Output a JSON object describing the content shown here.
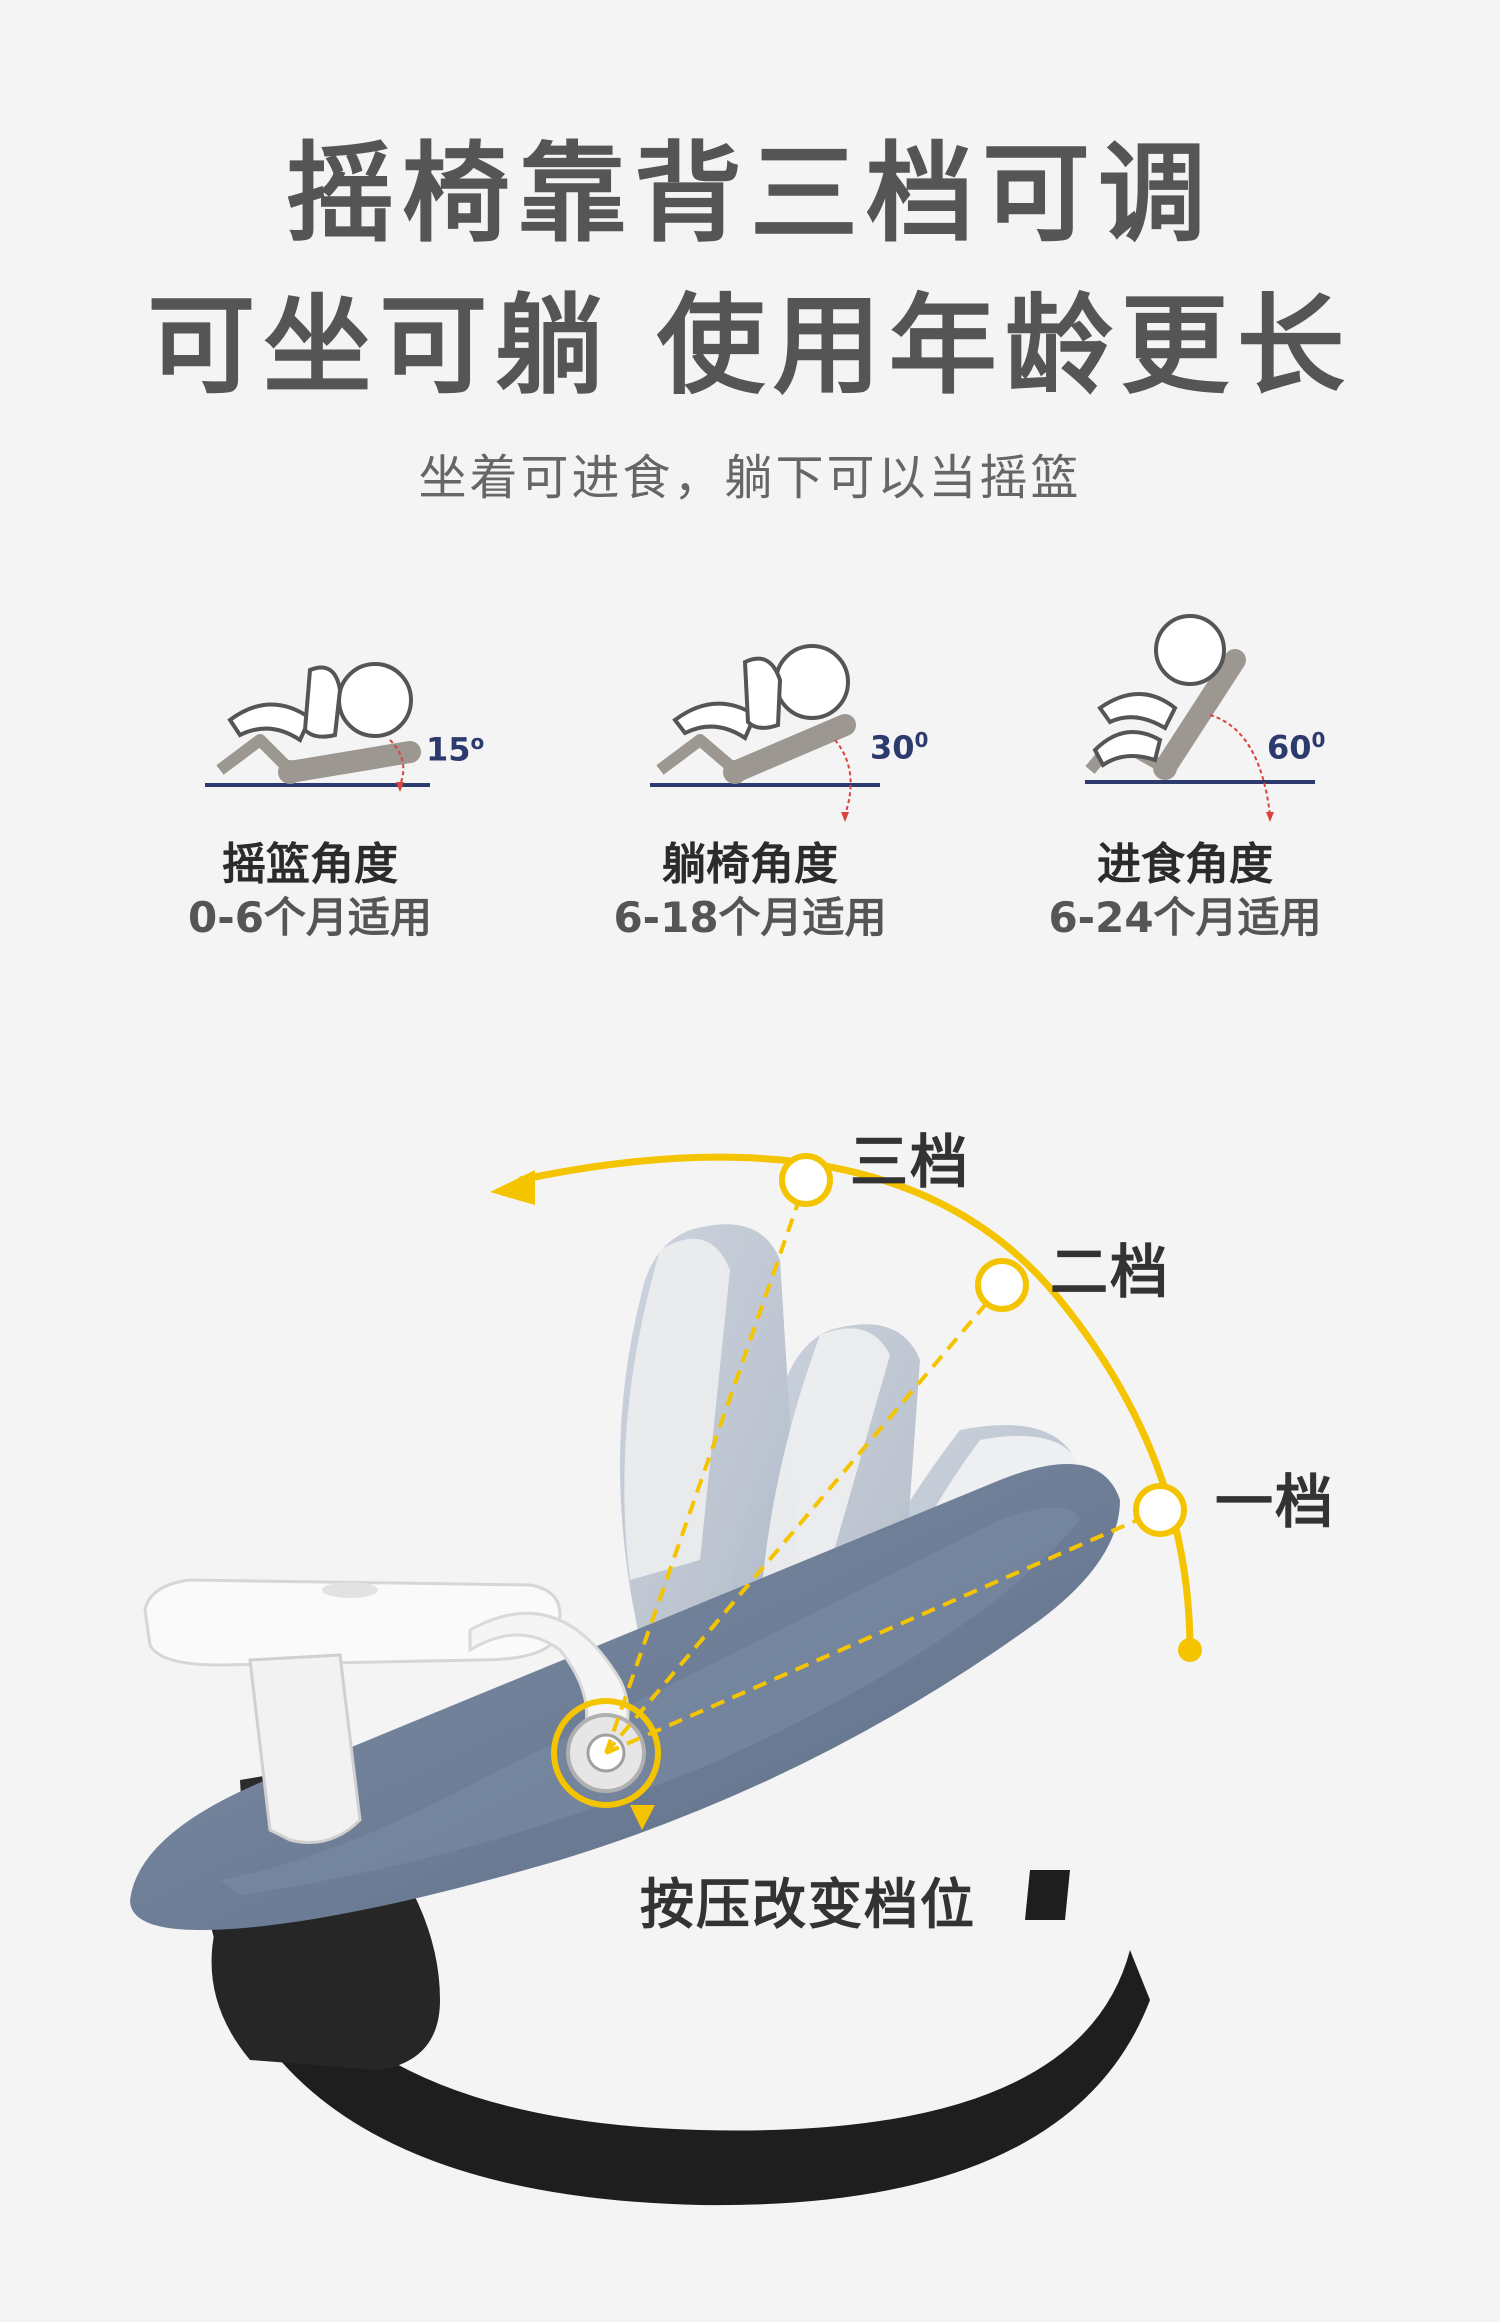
{
  "header": {
    "title_line1": "摇椅靠背三档可调",
    "title_line2": "可坐可躺 使用年龄更长",
    "subtitle": "坐着可进食，躺下可以当摇篮"
  },
  "angles": [
    {
      "degree": "15",
      "label": "摇篮角度",
      "age": "0-6个月适用"
    },
    {
      "degree": "30",
      "label": "躺椅角度",
      "age": "6-18个月适用"
    },
    {
      "degree": "60",
      "label": "进食角度",
      "age": "6-24个月适用"
    }
  ],
  "gears": {
    "third": "三档",
    "second": "二档",
    "first": "一档"
  },
  "press_label": "按压改变档位",
  "colors": {
    "accent_yellow": "#f5c400",
    "dial_blue": "#2d3a6e",
    "arrow_red": "#d9443b",
    "fabric_blue": "#6f7f98",
    "frame_black": "#1e1e1e"
  }
}
